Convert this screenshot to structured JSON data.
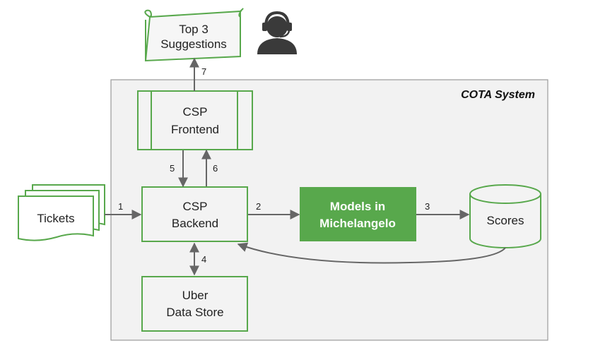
{
  "system": {
    "title": "COTA System"
  },
  "nodes": {
    "suggestions": {
      "line1": "Top 3",
      "line2": "Suggestions"
    },
    "frontend": {
      "line1": "CSP",
      "line2": "Frontend"
    },
    "backend": {
      "line1": "CSP",
      "line2": "Backend"
    },
    "tickets": {
      "label": "Tickets"
    },
    "models": {
      "line1": "Models in",
      "line2": "Michelangelo"
    },
    "scores": {
      "label": "Scores"
    },
    "datastore": {
      "line1": "Uber",
      "line2": "Data Store"
    }
  },
  "edges": {
    "e1": "1",
    "e2": "2",
    "e3": "3",
    "e4": "4",
    "e5": "5",
    "e6": "6",
    "e7": "7"
  },
  "colors": {
    "green": "#58a84c",
    "box_fill": "#f3f3f3",
    "system_fill": "#f2f2f2",
    "arrow": "#666666"
  },
  "icons": {
    "agent": "support-agent-icon"
  }
}
